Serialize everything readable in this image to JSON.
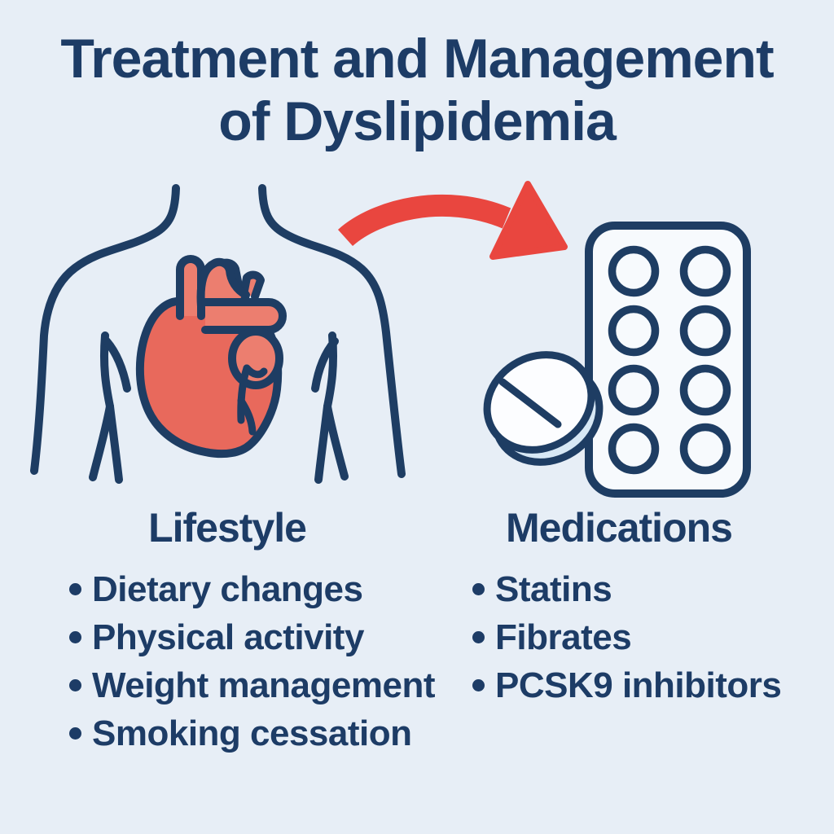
{
  "title": {
    "line1": "Treatment and Management",
    "line2": "of Dyslipidemia"
  },
  "columns": [
    {
      "heading": "Lifestyle",
      "items": [
        "Dietary changes",
        "Physical activity",
        "Weight management",
        "Smoking cessation"
      ]
    },
    {
      "heading": "Medications",
      "items": [
        "Statins",
        "Fibrates",
        "PCSK9 inhibitors"
      ]
    }
  ],
  "icons": {
    "torso": "torso-outline-icon",
    "heart": "anatomical-heart-icon",
    "arrow": "curved-arrow-icon",
    "tablet": "round-scored-tablet-icon",
    "blister_pack": "blister-pack-icon",
    "blister_pill_count": 8,
    "list_bullet_style": "round-dot"
  },
  "colors": {
    "bg": "#e7eef6",
    "navy_text": "#1d3c66",
    "navy_line": "#1e3d63",
    "heart_fill": "#e8695c",
    "heart_vessel": "#ec7e6f",
    "arrow_red": "#e9463f",
    "pack_fill": "#f7fafd",
    "tablet_top": "#fcfdff",
    "tablet_edge": "#d7e8f5"
  }
}
